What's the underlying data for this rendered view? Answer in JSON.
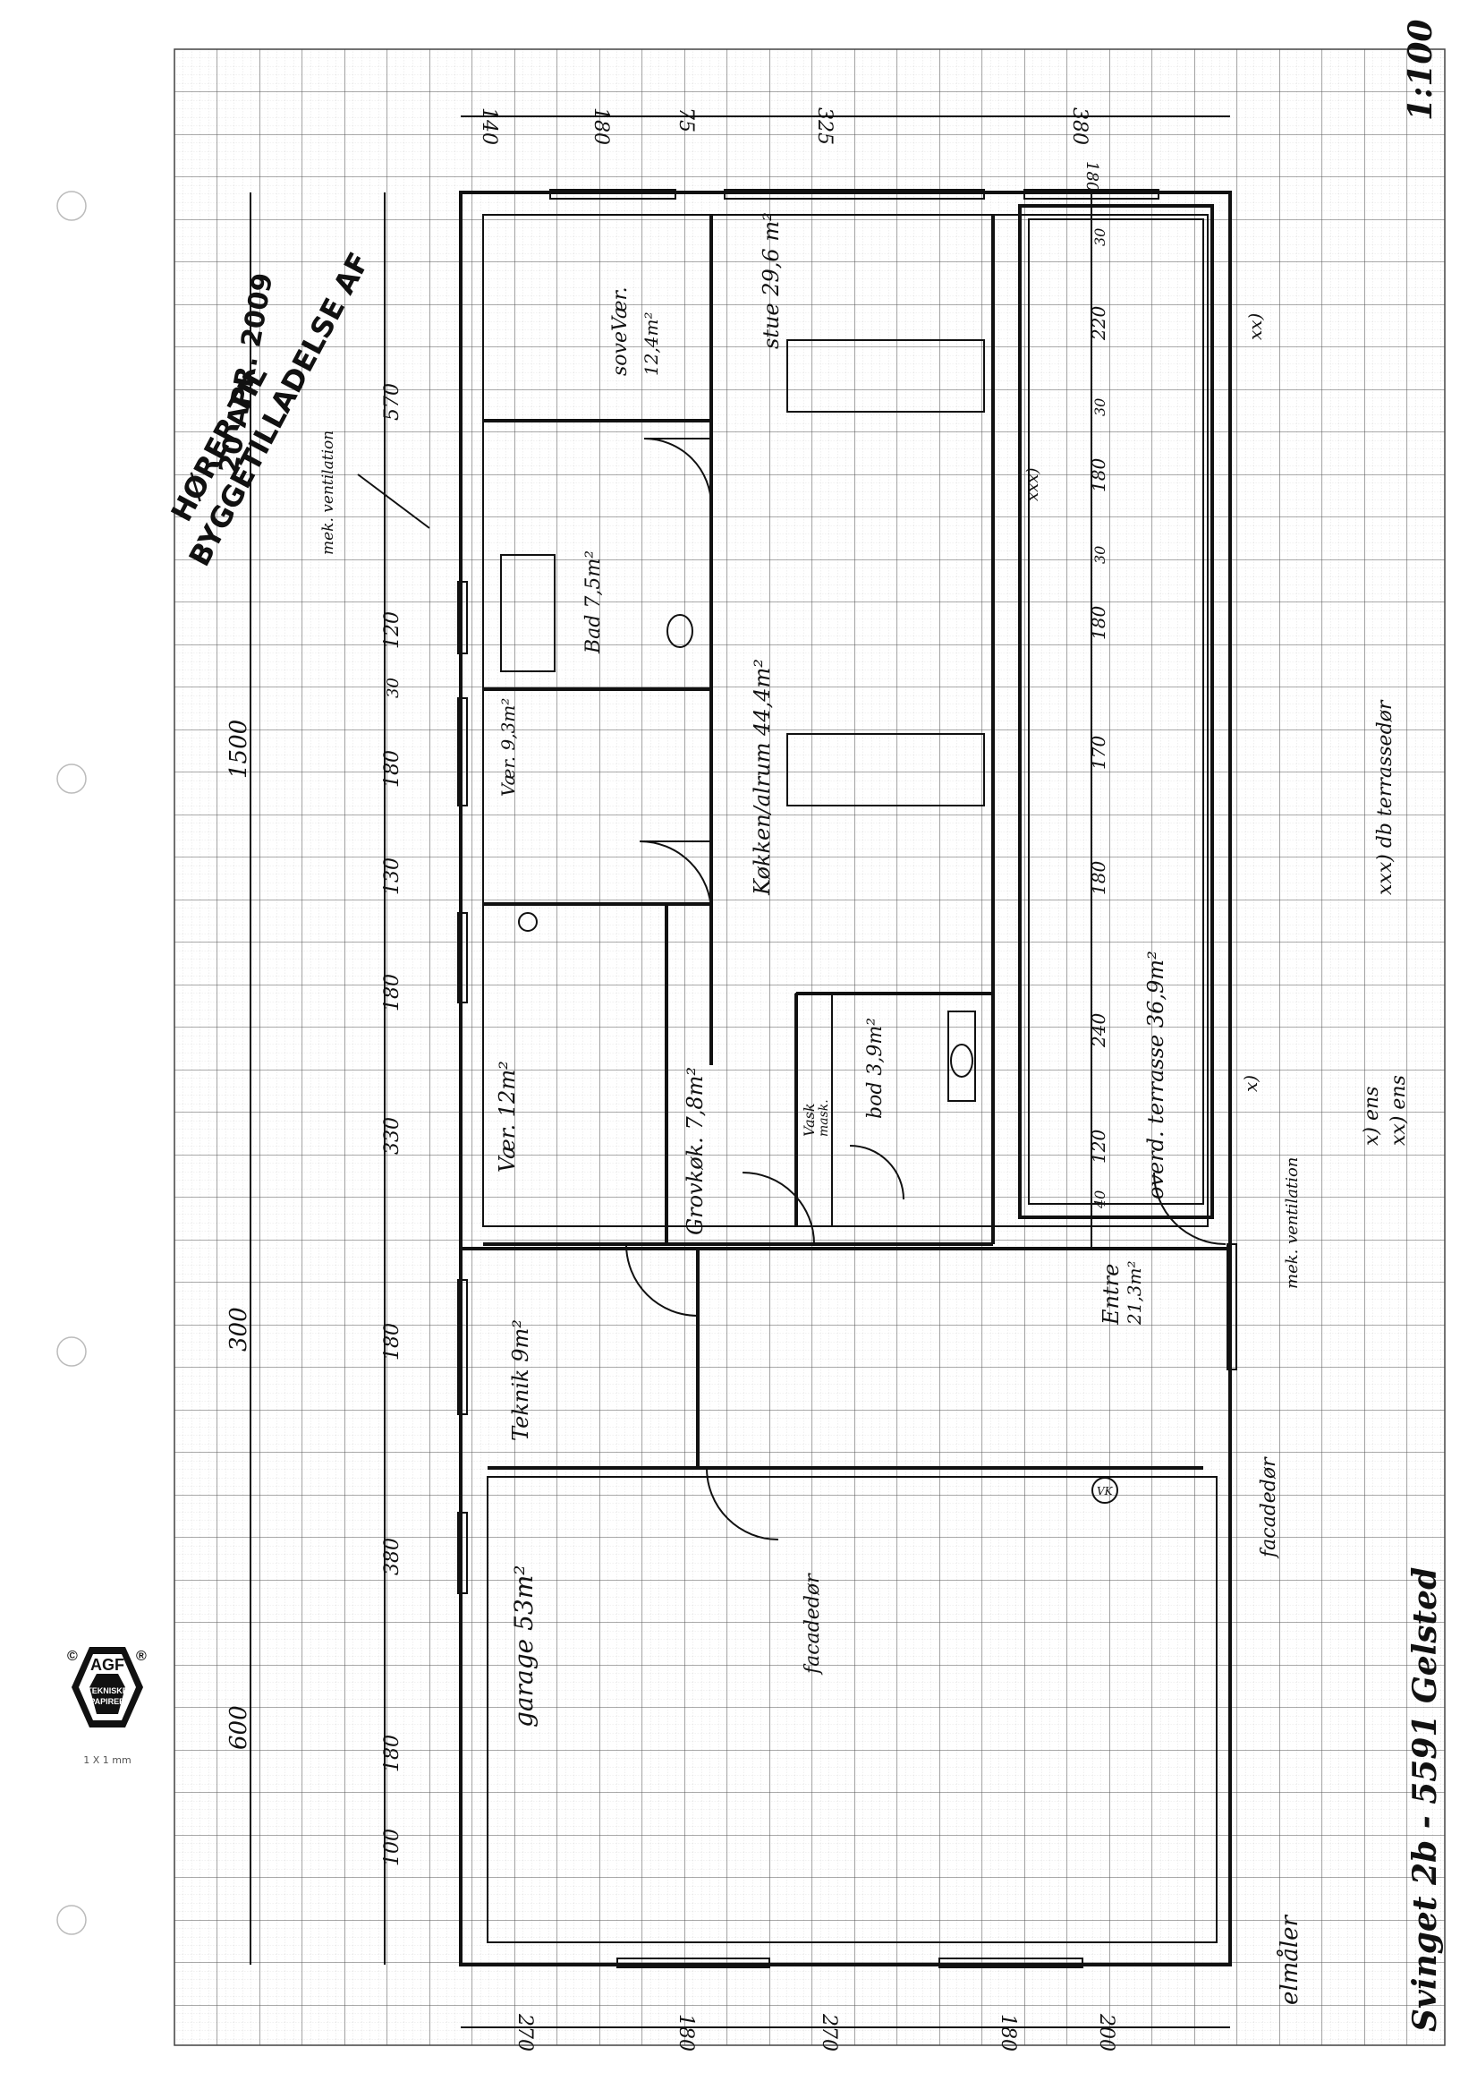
{
  "stamp": {
    "line1": "HØRER TIL",
    "line2": "BYGGETILLADELSE AF",
    "date": "20 APR. 2009"
  },
  "scale": "1:100",
  "title": "Svinget 2b - 5591 Gelsted",
  "logo": {
    "brand": "AGF",
    "line1": "TEKNISKE",
    "line2": "PAPIRER",
    "copyright": "©",
    "registered": "®",
    "grid_note": "1 X 1 mm"
  },
  "rooms": {
    "sovevaer": "soveVær.",
    "sovevaer_area": "12,4m²",
    "stue": "stue 29,6 m²",
    "bad": "Bad 7,5m²",
    "vaer_9": "Vær. 9,3m²",
    "kokken": "Køkken/alrum 44,4m²",
    "vaer_12": "Vær. 12m²",
    "grovkokken": "Grovkøk. 7,8m²",
    "vask": "Vask",
    "maske": "mask.",
    "bod": "bod 3,9m²",
    "teknik": "Teknik 9m²",
    "entre": "Entre",
    "entre_area": "21,3m²",
    "garage": "garage 53m²",
    "terrasse": "overd. terrasse 36,9m²"
  },
  "notes": {
    "mek_vent_top": "mek. ventilation",
    "mek_vent_bottom": "mek. ventilation",
    "facadedor_1": "facadedør",
    "facadedor_2": "facadedør",
    "elmaler": "elmåler",
    "vk": "VK",
    "x_marker": "x)",
    "xx_marker": "xx)",
    "xxx_marker": "xxx)",
    "legend_x": "x) ens",
    "legend_xx": "xx) ens",
    "legend_xxx": "xxx) db terrassedør"
  },
  "dimensions": {
    "overall_length": "1500",
    "part_300": "300",
    "part_600": "600",
    "left_570": "570",
    "left_120": "120",
    "left_30a": "30",
    "left_180a": "180",
    "left_130": "130",
    "left_180b": "180",
    "left_330": "330",
    "left_180c": "180",
    "left_380": "380",
    "left_180d": "180",
    "left_100": "100",
    "top_140": "140",
    "top_180": "180",
    "top_75": "75",
    "top_325": "325",
    "top_380": "380",
    "top_180b": "180",
    "right_30a": "30",
    "right_220": "220",
    "right_30b": "30",
    "right_180a": "180",
    "right_30c": "30",
    "right_180b": "180",
    "right_170": "170",
    "right_180c": "180",
    "right_240": "240",
    "right_120": "120",
    "right_40": "40",
    "bottom_270a": "270",
    "bottom_180a": "180",
    "bottom_270b": "270",
    "bottom_180b": "180",
    "bottom_200": "200"
  }
}
